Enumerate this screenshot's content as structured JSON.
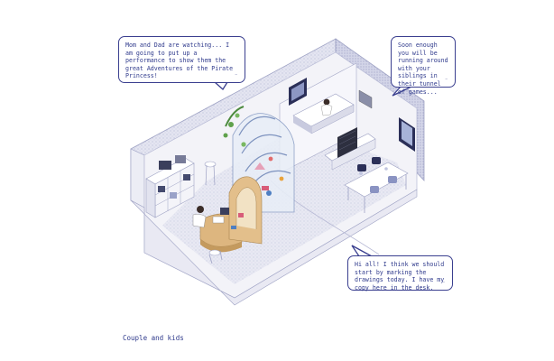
{
  "bubbles": {
    "parents": {
      "text": "Mom and Dad are watching... I am going to put up a performance to show them the great Adventures of the Pirate Princess!"
    },
    "siblings": {
      "text": "Soon enough you will be running around with your siblings in their tunnel of games..."
    },
    "desk": {
      "text": "Hi all! I think we should start by marking the drawings today. I have my copy here in the desk."
    }
  },
  "caption": "Couple and kids",
  "colors": {
    "accent": "#2f3a8c",
    "floor": "#e6e6f0",
    "wall_texture": "#c9cbe0",
    "wood": "#d8b27c",
    "tunnel": "#9fb4d6"
  }
}
